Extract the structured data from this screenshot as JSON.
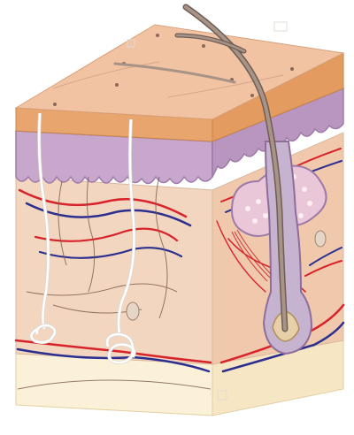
{
  "diagram": {
    "kind": "cutaway illustration of skin layers",
    "structures": [
      "epidermis",
      "dermis",
      "hypodermis",
      "hair-shaft",
      "hair-follicle",
      "sebaceous-gland",
      "sweat-gland",
      "blood-vessels",
      "nerves"
    ],
    "colors": {
      "epidermis_top": "#f1c3a3",
      "epidermis_edge": "#e8a56e",
      "dermis_band": "#c7a7cb",
      "dermis_band_dark": "#9e7aa8",
      "dermis_body": "#f3d6bf",
      "hypodermis": "#fbf1d9",
      "follicle": "#c6b3cf",
      "hair": "#8f7c72",
      "artery": "#d8232a",
      "vein": "#2b2f8f",
      "nerve": "#7a5a4a",
      "sweat_duct": "#ffffff"
    }
  }
}
